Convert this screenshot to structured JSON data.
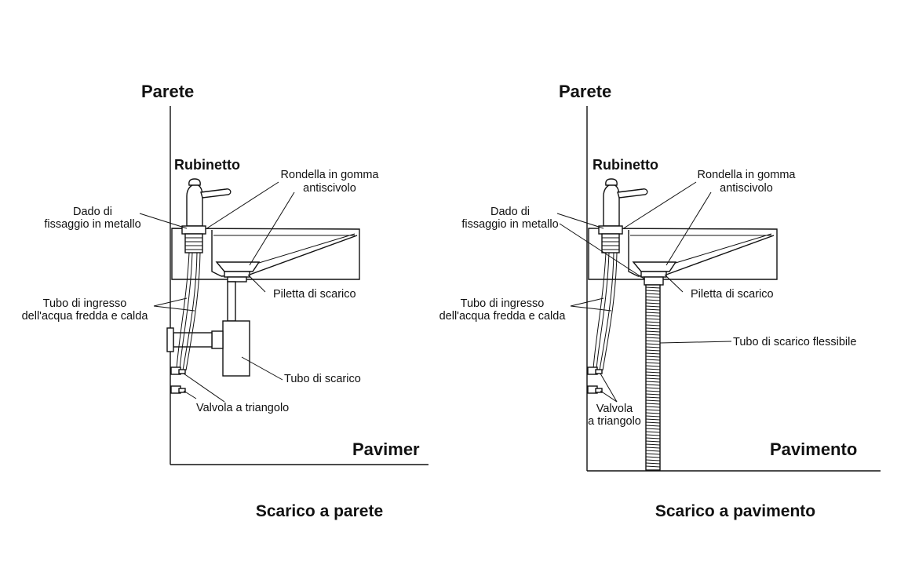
{
  "left": {
    "wall": "Parete",
    "faucet": "Rubinetto",
    "washer": [
      "Rondella in gomma",
      "antiscivolo"
    ],
    "nut": [
      "Dado di",
      "fissaggio in metallo"
    ],
    "inlet": [
      "Tubo di ingresso",
      "dell'acqua fredda e calda"
    ],
    "drain_plug": "Piletta di scarico",
    "drain_pipe": "Tubo di scarico",
    "valve": [
      "Valvola a triangolo"
    ],
    "floor": "Pavimer",
    "caption": "Scarico a parete"
  },
  "right": {
    "wall": "Parete",
    "faucet": "Rubinetto",
    "washer": [
      "Rondella in gomma",
      "antiscivolo"
    ],
    "nut": [
      "Dado di",
      "fissaggio in metallo"
    ],
    "inlet": [
      "Tubo di ingresso",
      "dell'acqua fredda e calda"
    ],
    "drain_plug": "Piletta di scarico",
    "drain_pipe": "Tubo di scarico flessibile",
    "valve": [
      "Valvola",
      "a triangolo"
    ],
    "floor": "Pavimento",
    "caption": "Scarico a pavimento"
  }
}
